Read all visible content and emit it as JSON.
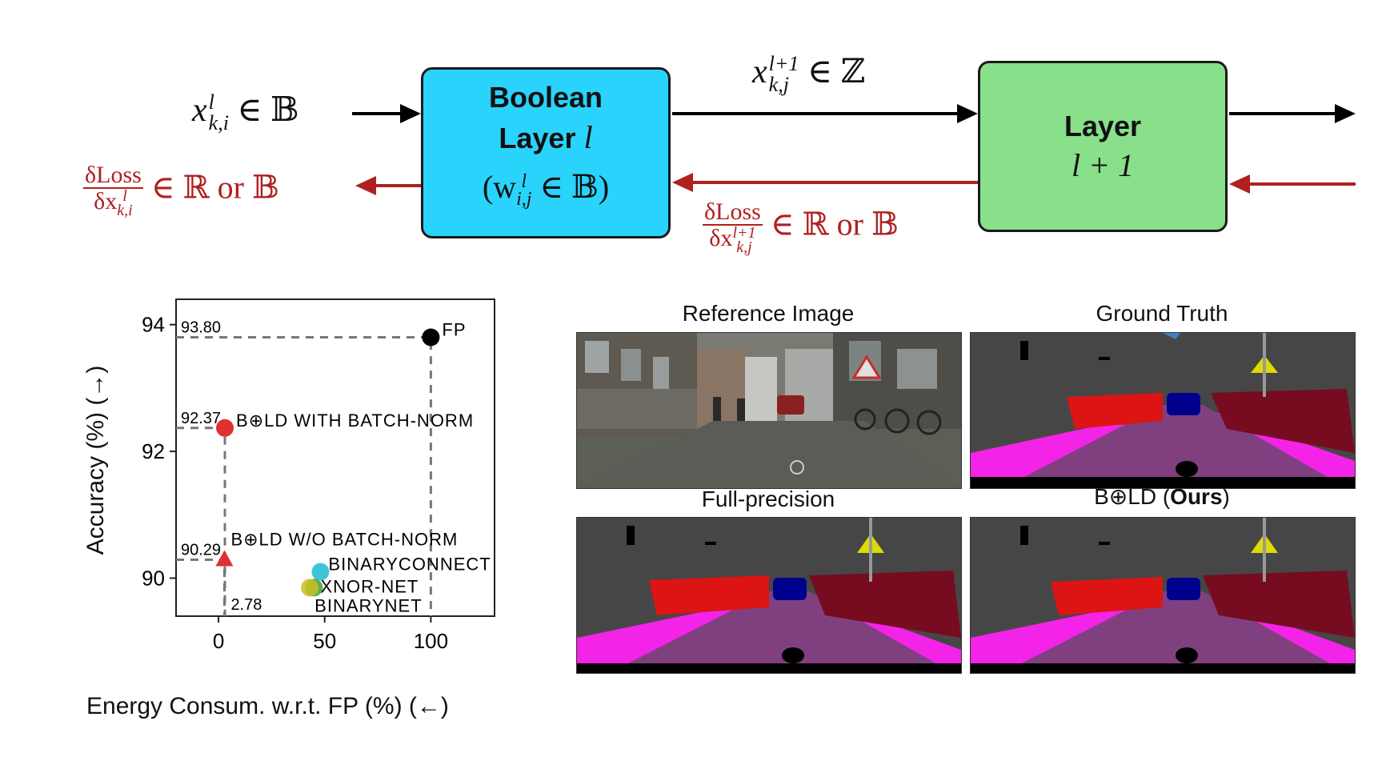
{
  "diagram": {
    "input_label": "x_{k,i}^l ∈ 𝔹",
    "input_var": "x",
    "input_sub": "k,i",
    "input_sup": "l",
    "input_set": "∈ 𝔹",
    "grad_in_num": "δLoss",
    "grad_in_den_var": "δx",
    "grad_in_den_sub": "k,i",
    "grad_in_den_sup": "l",
    "grad_in_set": "∈ ℝ or 𝔹",
    "boolean_block": {
      "title_line1": "Boolean",
      "title_line2": "Layer",
      "title_var": "l",
      "weight_open": "(w",
      "weight_sub": "i,j",
      "weight_sup": "l",
      "weight_set": "∈ 𝔹)"
    },
    "mid_var": "x",
    "mid_sub": "k,j",
    "mid_sup": "l+1",
    "mid_set": "∈ ℤ",
    "grad_mid_num": "δLoss",
    "grad_mid_den_var": "δx",
    "grad_mid_den_sub": "k,j",
    "grad_mid_den_sup": "l+1",
    "grad_mid_set": "∈ ℝ or 𝔹",
    "layer_block": {
      "title": "Layer",
      "subtitle": "l + 1"
    },
    "colors": {
      "boolean_block": "#29d3fb",
      "layer_block": "#88e08a",
      "forward_arrow": "#000000",
      "backward_arrow": "#b02020"
    }
  },
  "chart_data": {
    "type": "scatter",
    "xlabel": "Energy Consum. w.r.t. FP (%) (←)",
    "ylabel": "Accuracy (%) (→)",
    "xlim": [
      -20,
      130
    ],
    "ylim": [
      89.4,
      94.4
    ],
    "xticks": [
      0,
      50,
      100
    ],
    "yticks": [
      90,
      92,
      94
    ],
    "grid": false,
    "points": [
      {
        "name": "FP",
        "x": 100,
        "y": 93.8,
        "color": "#000000",
        "marker": "circle"
      },
      {
        "name": "B⊕LD WITH BATCH-NORM",
        "x": 3,
        "y": 92.37,
        "color": "#e03030",
        "marker": "circle"
      },
      {
        "name": "B⊕LD W/O BATCH-NORM",
        "x": 2.78,
        "y": 90.29,
        "color": "#e03030",
        "marker": "triangle"
      },
      {
        "name": "BINARYCONNECT",
        "x": 48,
        "y": 90.1,
        "color": "#20b8d0",
        "marker": "circle"
      },
      {
        "name": "XNOR-NET",
        "x": 45,
        "y": 89.85,
        "color": "#40a040",
        "marker": "circle"
      },
      {
        "name": "BINARYNET",
        "x": 43,
        "y": 89.85,
        "color": "#c8c020",
        "marker": "circle"
      }
    ],
    "reference_values": {
      "fp_acc": "93.80",
      "bold_bn_acc": "92.37",
      "bold_nobn_acc": "90.29",
      "bold_energy": "2.78"
    }
  },
  "segmentation": {
    "reference_title": "Reference Image",
    "ground_truth_title": "Ground Truth",
    "full_precision_title": "Full-precision",
    "ours_title_prefix": "B⊕LD (",
    "ours_title_bold": "Ours",
    "ours_title_suffix": ")"
  }
}
